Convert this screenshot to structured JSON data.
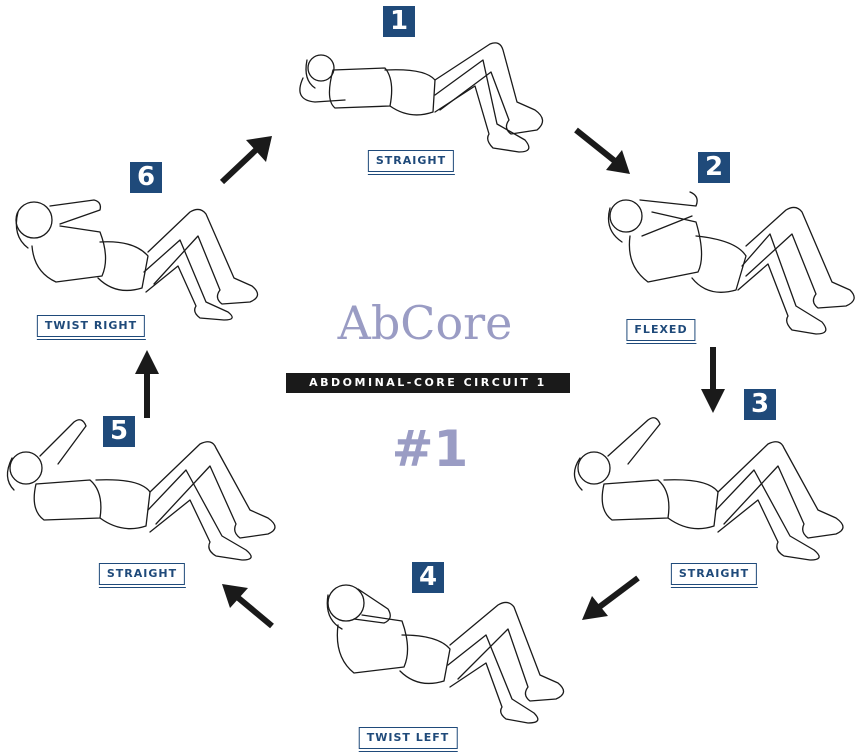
{
  "brand": {
    "title": "AbCore",
    "subtitle": "ABDOMINAL-CORE CIRCUIT 1",
    "circuit_number": "#1"
  },
  "steps": [
    {
      "number": "1",
      "label": "STRAIGHT"
    },
    {
      "number": "2",
      "label": "FLEXED"
    },
    {
      "number": "3",
      "label": "STRAIGHT"
    },
    {
      "number": "4",
      "label": "TWIST LEFT"
    },
    {
      "number": "5",
      "label": "STRAIGHT"
    },
    {
      "number": "6",
      "label": "TWIST RIGHT"
    }
  ],
  "colors": {
    "badge": "#1f4a7a",
    "brand_text": "#9a9cc4",
    "subtitle_bar": "#1a1a1a",
    "arrows": "#1a1a1a"
  },
  "icons": {
    "arrow": "arrow-icon",
    "figure": "crunch-figure-icon"
  }
}
